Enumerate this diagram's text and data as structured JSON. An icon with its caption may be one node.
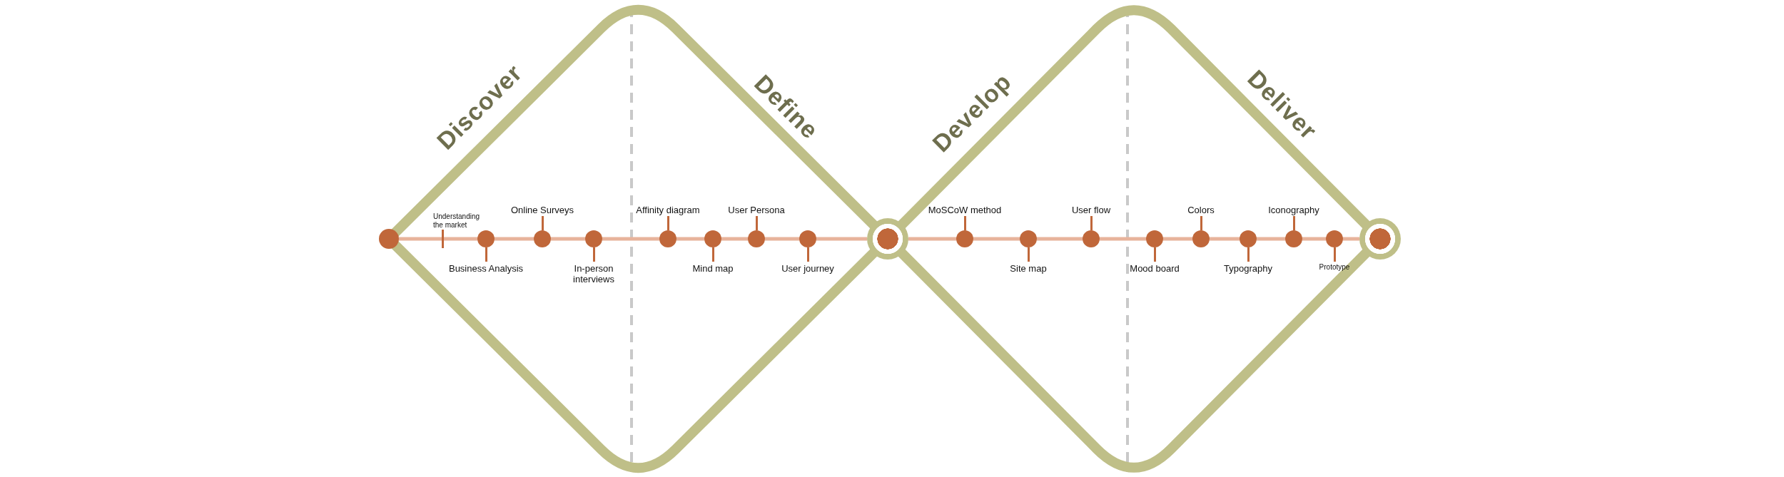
{
  "diagram": {
    "nodes": [
      {
        "text": [
          "Discover",
          "Define"
        ]
      },
      {
        "text": [],
        "shape": "circle"
      },
      {
        "text": [],
        "shape": "circle",
        "beside": [
          "Business Analysis"
        ],
        "in": 0
      },
      {
        "text": [],
        "shape": "circle",
        "beside": [
          "Online Surveys"
        ],
        "in": 0
      },
      {
        "text": [],
        "shape": "circle",
        "beside": [
          "In-person interviews"
        ],
        "in": 0
      },
      {
        "text": [],
        "shape": "circle",
        "beside": [
          "Affinity diagram"
        ],
        "in": 0
      },
      {
        "text": [],
        "shape": "circle",
        "beside": [
          "Mind map"
        ],
        "in": 0
      },
      {
        "text": [],
        "shape": "circle",
        "beside": [
          "User Persona"
        ],
        "in": 0
      },
      {
        "text": [],
        "shape": "circle",
        "beside": [
          "User journey"
        ],
        "in": 0
      },
      {
        "text": [],
        "shape": "circle"
      },
      {
        "text": [
          "Develop",
          "Deliver"
        ]
      },
      {
        "text": [],
        "shape": "circle",
        "beside": [
          "MoSCoW method"
        ],
        "in": 10
      },
      {
        "text": [],
        "shape": "circle",
        "beside": [
          "Site map"
        ],
        "in": 10
      },
      {
        "text": [],
        "shape": "circle",
        "beside": [
          "User flow"
        ],
        "in": 10
      },
      {
        "text": [],
        "shape": "circle",
        "beside": [
          "Mood board"
        ],
        "in": 10
      },
      {
        "text": [],
        "shape": "circle",
        "beside": [
          "Colors"
        ],
        "in": 10
      },
      {
        "text": [],
        "shape": "circle",
        "beside": [
          "Typography"
        ],
        "in": 10
      },
      {
        "text": [],
        "shape": "circle",
        "beside": [
          "Iconography"
        ],
        "in": 10
      },
      {
        "text": [],
        "shape": "circle",
        "beside": [
          "Prototype"
        ],
        "in": 10
      },
      {
        "text": [],
        "shape": "circle"
      }
    ],
    "edges": [
      {
        "from": 1,
        "to": 2,
        "arrow": "none"
      },
      {
        "from": 2,
        "to": 3,
        "arrow": "none"
      },
      {
        "from": 3,
        "to": 4,
        "arrow": "none"
      },
      {
        "from": 4,
        "to": 5,
        "arrow": "none"
      },
      {
        "from": 5,
        "to": 6,
        "arrow": "none"
      },
      {
        "from": 6,
        "to": 7,
        "arrow": "none"
      },
      {
        "from": 7,
        "to": 8,
        "arrow": "none"
      },
      {
        "from": 8,
        "to": 9,
        "arrow": "none"
      },
      {
        "from": 9,
        "to": 11,
        "arrow": "none"
      },
      {
        "from": 11,
        "to": 12,
        "arrow": "none"
      },
      {
        "from": 12,
        "to": 13,
        "arrow": "none"
      },
      {
        "from": 13,
        "to": 14,
        "arrow": "none"
      },
      {
        "from": 14,
        "to": 15,
        "arrow": "none"
      },
      {
        "from": 15,
        "to": 16,
        "arrow": "none"
      },
      {
        "from": 16,
        "to": 17,
        "arrow": "none"
      },
      {
        "from": 17,
        "to": 18,
        "arrow": "none"
      },
      {
        "from": 18,
        "to": 19,
        "arrow": "none"
      }
    ],
    "labels": [
      "Understanding the market"
    ]
  }
}
